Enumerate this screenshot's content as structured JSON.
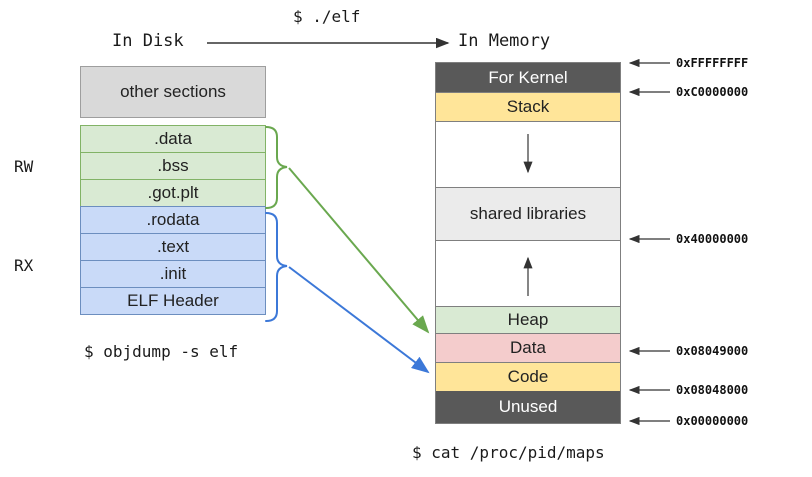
{
  "header": {
    "run_command": "$ ./elf",
    "disk_title": "In Disk",
    "memory_title": "In Memory"
  },
  "disk": {
    "rw_label": "RW",
    "rx_label": "RX",
    "command": "$ objdump -s elf",
    "sections": [
      {
        "label": "other sections",
        "group": "other"
      },
      {
        "label": ".data",
        "group": "rw"
      },
      {
        "label": ".bss",
        "group": "rw"
      },
      {
        "label": ".got.plt",
        "group": "rw"
      },
      {
        "label": ".rodata",
        "group": "rx"
      },
      {
        "label": ".text",
        "group": "rx"
      },
      {
        "label": ".init",
        "group": "rx"
      },
      {
        "label": "ELF Header",
        "group": "rx"
      }
    ]
  },
  "memory": {
    "command": "$ cat /proc/pid/maps",
    "segments": [
      {
        "label": "For Kernel",
        "type": "kernel"
      },
      {
        "label": "Stack",
        "type": "stack"
      },
      {
        "label": "",
        "type": "free-growth-down"
      },
      {
        "label": "shared libraries",
        "type": "shared"
      },
      {
        "label": "",
        "type": "free-growth-up"
      },
      {
        "label": "Heap",
        "type": "heap"
      },
      {
        "label": "Data",
        "type": "data"
      },
      {
        "label": "Code",
        "type": "code"
      },
      {
        "label": "Unused",
        "type": "unused"
      }
    ],
    "addresses": [
      "0xFFFFFFFF",
      "0xC0000000",
      "0x40000000",
      "0x08049000",
      "0x08048000",
      "0x00000000"
    ]
  },
  "colors": {
    "rw_fill": "#d9ead3",
    "rw_border": "#82b366",
    "rw_arrow": "#6aa84f",
    "rx_fill": "#c9daf8",
    "rx_border": "#6c8ebf",
    "rx_arrow": "#3c78d8",
    "other_fill": "#d9d9d9",
    "kernel_fill": "#595959",
    "stack_fill": "#ffe599",
    "shared_fill": "#ebebeb",
    "heap_fill": "#d9ead3",
    "data_fill": "#f4cccc",
    "code_fill": "#ffe599",
    "unused_fill": "#595959"
  }
}
